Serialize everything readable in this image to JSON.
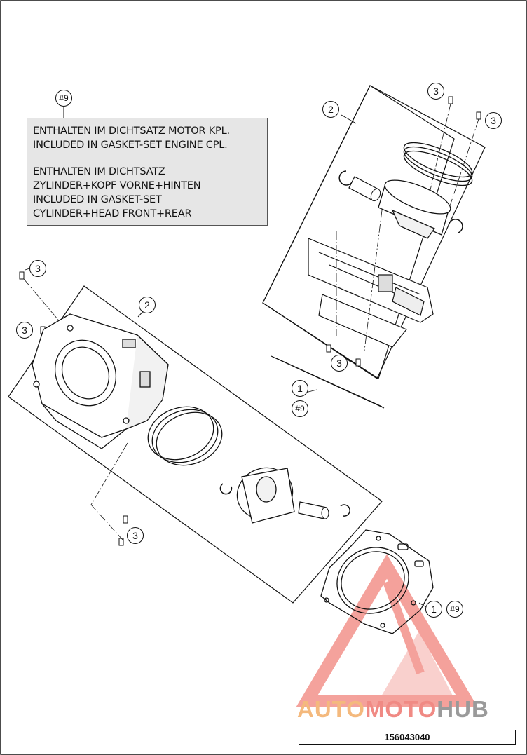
{
  "note": {
    "reference": "#9",
    "lines": [
      "ENTHALTEN IM DICHTSATZ MOTOR KPL.",
      "INCLUDED IN GASKET-SET ENGINE CPL.",
      "ENTHALTEN IM DICHTSATZ",
      "ZYLINDER+KOPF VORNE+HINTEN",
      "INCLUDED IN GASKET-SET",
      "CYLINDER+HEAD FRONT+REAR"
    ]
  },
  "callouts": {
    "c2_top": "2",
    "c3_top_a": "3",
    "c3_top_b": "3",
    "c3_top_bottom": "3",
    "c2_left": "2",
    "c3_left_a": "3",
    "c3_left_b": "3",
    "c3_left_bottom": "3",
    "c1_wire": "1",
    "ref_wire": "#9",
    "c1_gasket": "1",
    "ref_gasket": "#9"
  },
  "drawing_number": "156043040",
  "watermark": {
    "part1": "AUTO",
    "part2": "MOTO",
    "part3": "HUB",
    "colors": {
      "auto": "#f4b97d",
      "moto": "#f08a84",
      "hub": "#9a9a9a",
      "logo": "#f07a72"
    }
  }
}
